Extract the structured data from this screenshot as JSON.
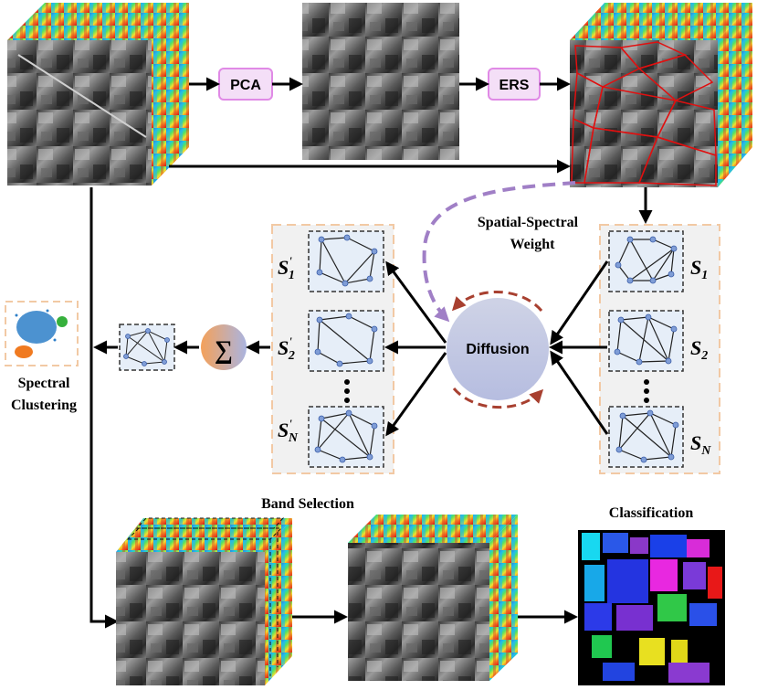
{
  "boxes": {
    "pca": "PCA",
    "ers": "ERS",
    "diffusion": "Diffusion",
    "sum_symbol": "∑"
  },
  "labels": {
    "spatial_spectral_line1": "Spatial-Spectral",
    "spatial_spectral_line2": "Weight",
    "spectral_line1": "Spectral",
    "spectral_line2": "Clustering",
    "band_selection": "Band Selection",
    "classification": "Classification"
  },
  "graphs_left": [
    {
      "sym": "S",
      "sup": "'",
      "sub": "1"
    },
    {
      "sym": "S",
      "sup": "'",
      "sub": "2"
    },
    {
      "sym": "S",
      "sup": "'",
      "sub": "N"
    }
  ],
  "graphs_right": [
    {
      "sym": "S",
      "sub": "1"
    },
    {
      "sym": "S",
      "sub": "2"
    },
    {
      "sym": "S",
      "sub": "N"
    }
  ],
  "colors": {
    "box_fill": "#f4dff7",
    "box_border": "#e08ae6",
    "dashed_panel": "#f2c9a4",
    "panel_fill": "#f1f1f1",
    "superpixel_edge": "#e01010",
    "purple_arrow": "#a07fc6",
    "red_arc": "#a84030",
    "node": "#7f9dd6"
  }
}
